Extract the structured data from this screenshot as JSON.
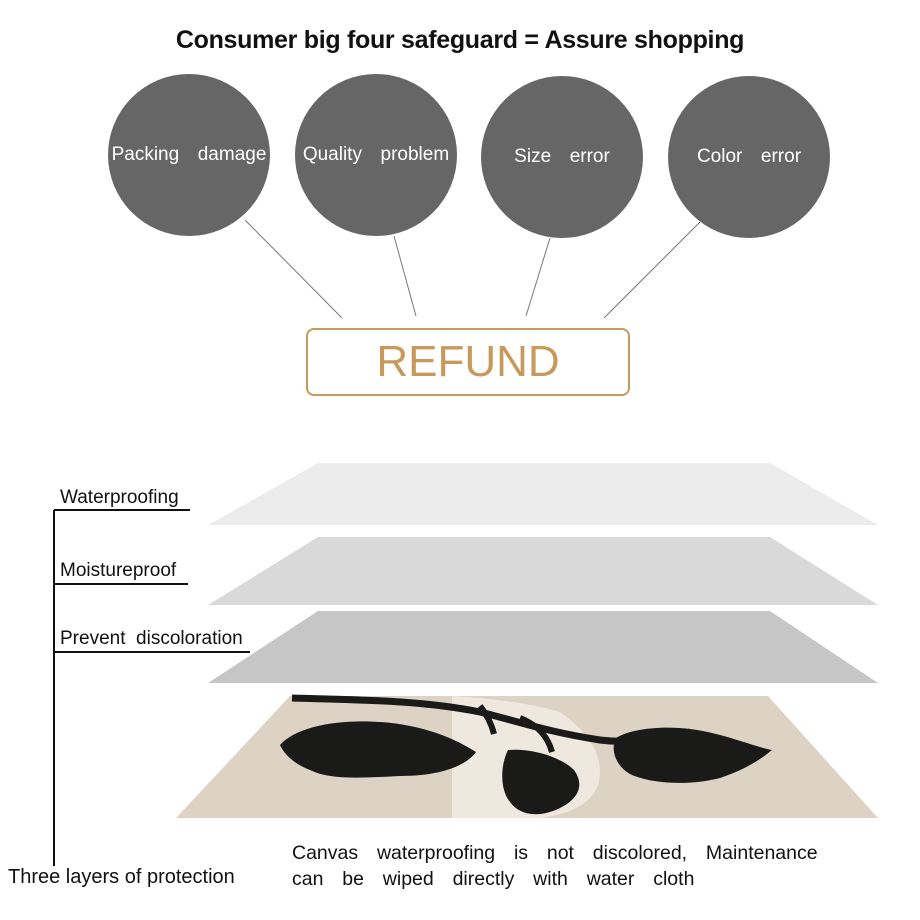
{
  "header": {
    "title": "Consumer big four safeguard = Assure shopping"
  },
  "safeguards": [
    {
      "label": "Packing  damage"
    },
    {
      "label": "Quality  problem"
    },
    {
      "label": "Size  error"
    },
    {
      "label": "Color  error"
    }
  ],
  "refund": {
    "label": "REFUND"
  },
  "layers": [
    {
      "label": "Waterproofing"
    },
    {
      "label": "Moistureproof"
    },
    {
      "label": "Prevent  discoloration"
    }
  ],
  "protection_label": "Three layers of protection",
  "caption": {
    "line1": "Canvas  waterproofing  is  not  discolored,  Maintenance",
    "line2": "can  be  wiped  directly  with  water  cloth"
  },
  "colors": {
    "circle": "#666666",
    "refund_accent": "#c79a5c",
    "canvas_beige": "#ddd3c4",
    "canvas_cream": "#efe8de",
    "flower_black": "#1a1a18"
  }
}
